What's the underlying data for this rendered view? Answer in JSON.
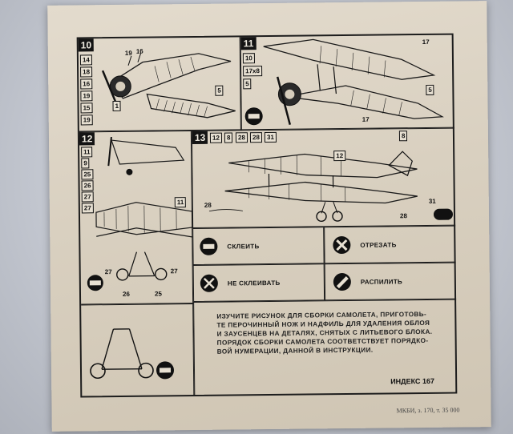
{
  "step10": {
    "num": "10",
    "parts": [
      "14",
      "18",
      "16",
      "19",
      "15",
      "19"
    ],
    "callouts": [
      "19",
      "16",
      "1",
      "5"
    ]
  },
  "step11": {
    "num": "11",
    "parts": [
      "10",
      "17x8",
      "5"
    ],
    "callouts": [
      "17",
      "5",
      "17"
    ]
  },
  "step12": {
    "num": "12",
    "parts": [
      "11",
      "9",
      "25",
      "26",
      "27",
      "27"
    ],
    "callouts": [
      "11",
      "27",
      "27",
      "26",
      "25"
    ]
  },
  "step13": {
    "num": "13",
    "parts": [
      "12",
      "8",
      "28",
      "28",
      "31"
    ],
    "callouts": [
      "8",
      "12",
      "28",
      "31",
      "28"
    ]
  },
  "legend": {
    "glue": "СКЛЕИТЬ",
    "no_glue": "НЕ СКЛЕИВАТЬ",
    "cut": "ОТРЕЗАТЬ",
    "file": "РАСПИЛИТЬ"
  },
  "instructions": {
    "line1": "ИЗУЧИТЕ РИСУНОК ДЛЯ СБОРКИ САМОЛЕТА, ПРИГОТОВЬ-",
    "line2": "ТЕ ПЕРОЧИННЫЙ НОЖ И НАДФИЛЬ ДЛЯ УДАЛЕНИЯ ОБЛОЯ",
    "line3": "И ЗАУСЕНЦЕВ НА ДЕТАЛЯХ, СНЯТЫХ С ЛИТЬЕВОГО БЛОКА.",
    "line4": "ПОРЯДОК СБОРКИ САМОЛЕТА СООТВЕТСТВУЕТ ПОРЯДКО-",
    "line5": "ВОЙ НУМЕРАЦИИ, ДАННОЙ В ИНСТРУКЦИИ."
  },
  "index": "ИНДЕКС 167",
  "printer": "МКБИ, з. 170, т. 35 000"
}
